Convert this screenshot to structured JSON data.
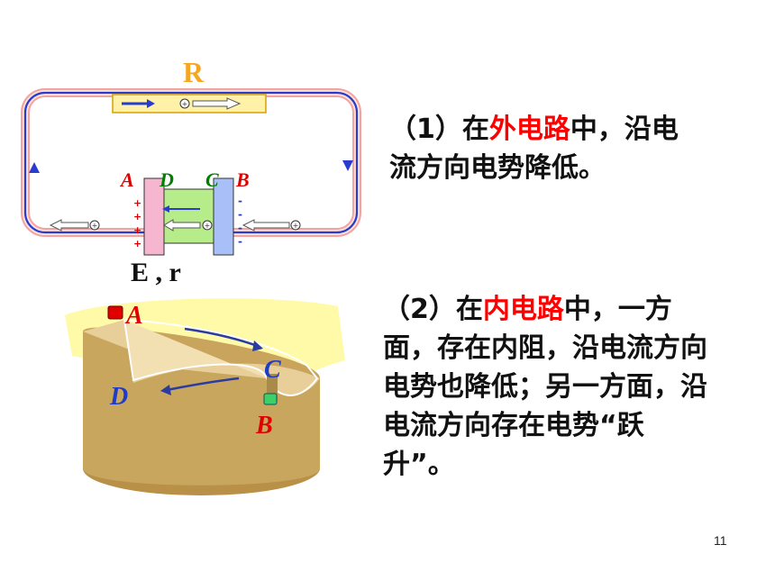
{
  "circuit": {
    "resistor_label": "R",
    "terminals": [
      "A",
      "D",
      "C",
      "B"
    ],
    "source_label": "E , r",
    "plus_sign": "+",
    "minus_sign": "-"
  },
  "text1": {
    "prefix": "（1）在",
    "highlight": "外电路",
    "rest": "中，沿电流方向电势降低。"
  },
  "text2": {
    "prefix": "（2）在",
    "highlight": "内电路",
    "rest": "中，一方面，存在内阻，沿电流方向电势也降低；另一方面，沿电流方向存在电势“跃升”。"
  },
  "cylinder": {
    "labels": [
      "A",
      "C",
      "D",
      "B"
    ]
  },
  "page_number": "11",
  "colors": {
    "highlight": "#ff0000",
    "R_label": "#f5a623",
    "A": "#e00000",
    "D": "#008000",
    "C": "#008000",
    "B": "#e00000",
    "cyl_A": "#e00000",
    "cyl_C": "#1e3cc8",
    "cyl_D": "#1e3cc8",
    "cyl_B": "#e00000"
  }
}
